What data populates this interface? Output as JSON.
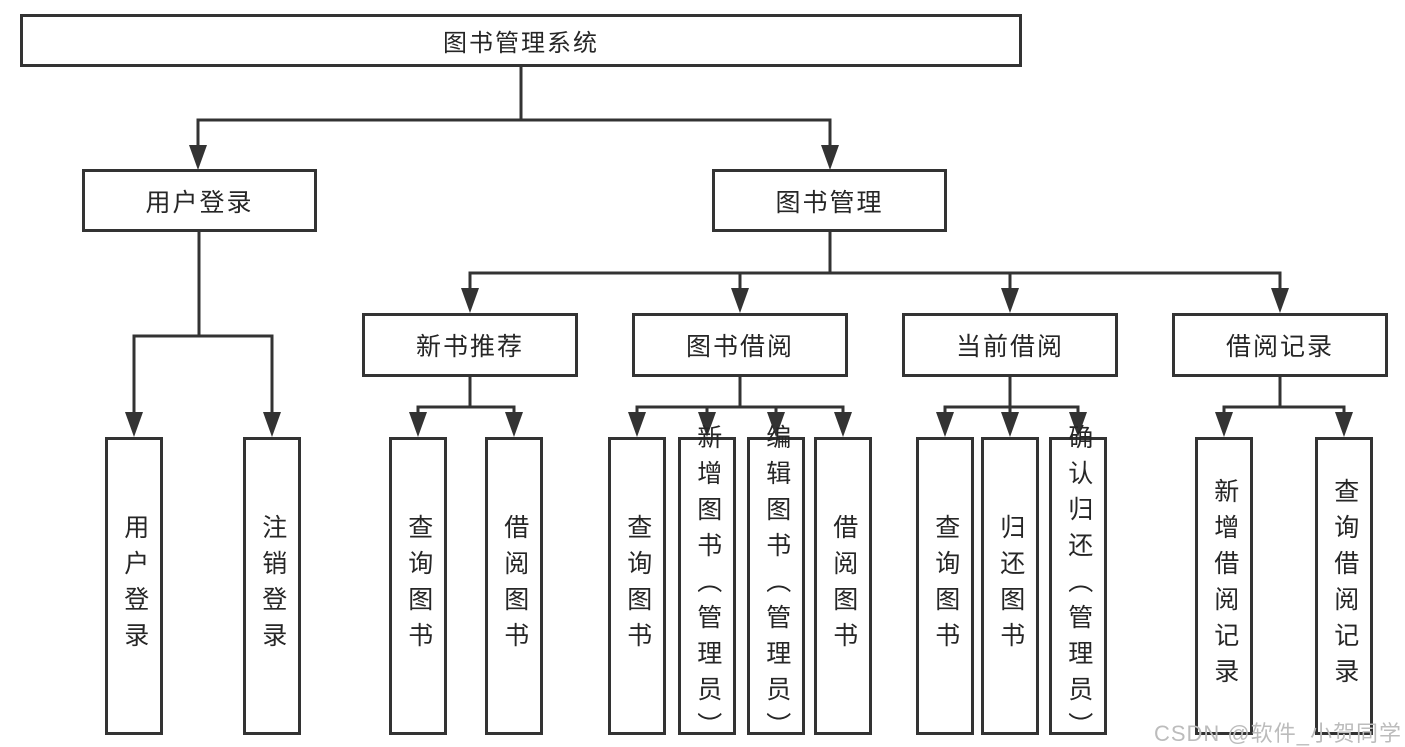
{
  "tree": {
    "root": {
      "label": "图书管理系统"
    },
    "branches": [
      {
        "label": "用户登录",
        "children": [
          {
            "label": "用户登录"
          },
          {
            "label": "注销登录"
          }
        ]
      },
      {
        "label": "图书管理",
        "children": [
          {
            "label": "新书推荐",
            "children": [
              {
                "label": "查询图书"
              },
              {
                "label": "借阅图书"
              }
            ]
          },
          {
            "label": "图书借阅",
            "children": [
              {
                "label": "查询图书"
              },
              {
                "label": "新增图书（管理员）"
              },
              {
                "label": "编辑图书（管理员）"
              },
              {
                "label": "借阅图书"
              }
            ]
          },
          {
            "label": "当前借阅",
            "children": [
              {
                "label": "查询图书"
              },
              {
                "label": "归还图书"
              },
              {
                "label": "确认归还（管理员）"
              }
            ]
          },
          {
            "label": "借阅记录",
            "children": [
              {
                "label": "新增借阅记录"
              },
              {
                "label": "查询借阅记录"
              }
            ]
          }
        ]
      }
    ]
  },
  "watermark": "CSDN @软件_小贺同学",
  "colors": {
    "line": "#333333",
    "box_border": "#333333",
    "text": "#262626",
    "watermark": "#bcbcbc",
    "background": "#ffffff"
  }
}
